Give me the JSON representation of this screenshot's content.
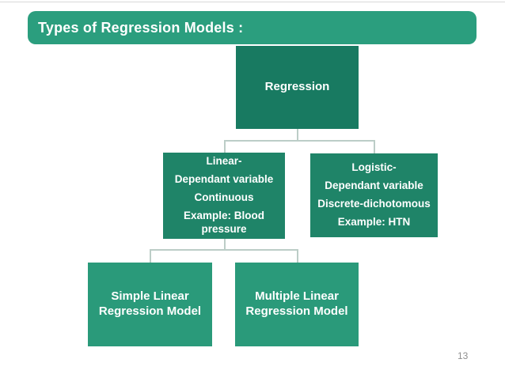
{
  "slide": {
    "title": "Types of Regression Models :",
    "page_number": "13"
  },
  "colors": {
    "banner": "#2b9e7e",
    "root_box": "#187a61",
    "level2_box": "#1f8468",
    "level3_box": "#2a9a7a",
    "connector": "#bccdc7",
    "text": "#ffffff",
    "page_number": "#8f8f8f",
    "divider": "#d9d9d9"
  },
  "diagram": {
    "root": {
      "label": "Regression"
    },
    "linear": {
      "lines": [
        "Linear-",
        "Dependant variable",
        "Continuous",
        "Example: Blood pressure"
      ]
    },
    "logistic": {
      "lines": [
        "Logistic-",
        "Dependant variable",
        "Discrete-dichotomous",
        "Example: HTN"
      ]
    },
    "simple": {
      "line1": "Simple Linear",
      "line2": "Regression Model"
    },
    "multiple": {
      "line1": "Multiple Linear",
      "line2": "Regression Model"
    }
  }
}
